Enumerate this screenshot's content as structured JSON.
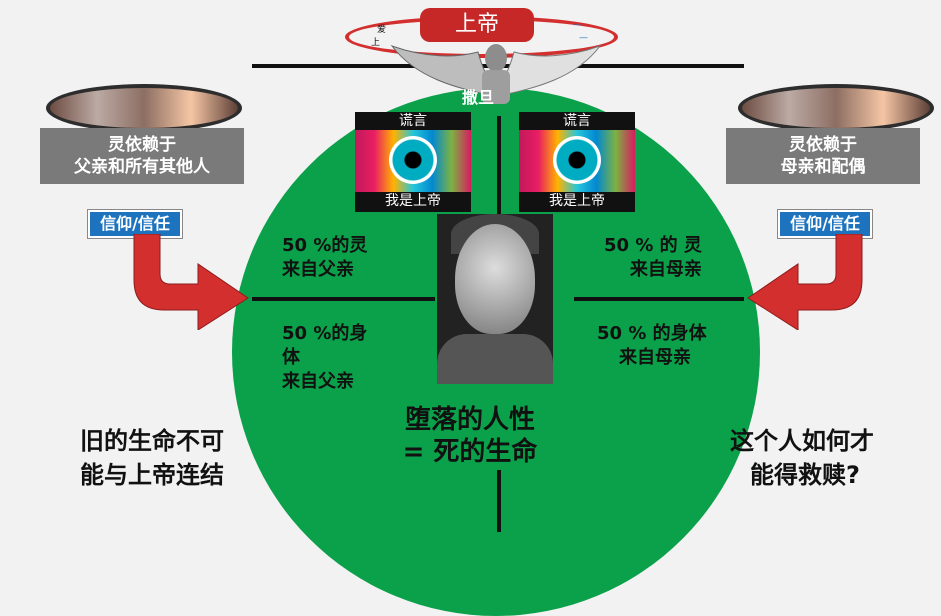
{
  "top": {
    "god_label": "上帝",
    "satan_label": "撒旦",
    "halo_left_marks": [
      "爱",
      "上"
    ],
    "halo_right_marks": [
      "—",
      "—"
    ]
  },
  "eyes": {
    "left": {
      "caption_top": "谎言",
      "caption_bottom": "我是上帝"
    },
    "right": {
      "caption_top": "谎言",
      "caption_bottom": "我是上帝"
    }
  },
  "left_side": {
    "box_line1": "灵依赖于",
    "box_line2": "父亲和所有其他人",
    "belief": "信仰/信任",
    "bottom_title_line1": "旧的生命不可",
    "bottom_title_line2": "能与上帝连结"
  },
  "right_side": {
    "box_line1": "灵依赖于",
    "box_line2": "母亲和配偶",
    "belief": "信仰/信任",
    "bottom_title_line1": "这个人如何才",
    "bottom_title_line2": "能得救赎?"
  },
  "quadrants": {
    "top_left_line1": "50 %的灵",
    "top_left_line2": "来自父亲",
    "top_right_line1": "50 % 的 灵",
    "top_right_line2": "来自母亲",
    "bottom_left_line1": "50 %的身",
    "bottom_left_line2": "体",
    "bottom_left_line3": "来自父亲",
    "bottom_right_line1": "50 % 的身体",
    "bottom_right_line2": "来自母亲"
  },
  "center": {
    "line1": "堕落的人性",
    "line2": "= 死的生命"
  },
  "colors": {
    "green": "#0aa14a",
    "red_arrow": "#d32f2f",
    "blue_button": "#1e73be",
    "gray_box": "#7a7a7a"
  }
}
